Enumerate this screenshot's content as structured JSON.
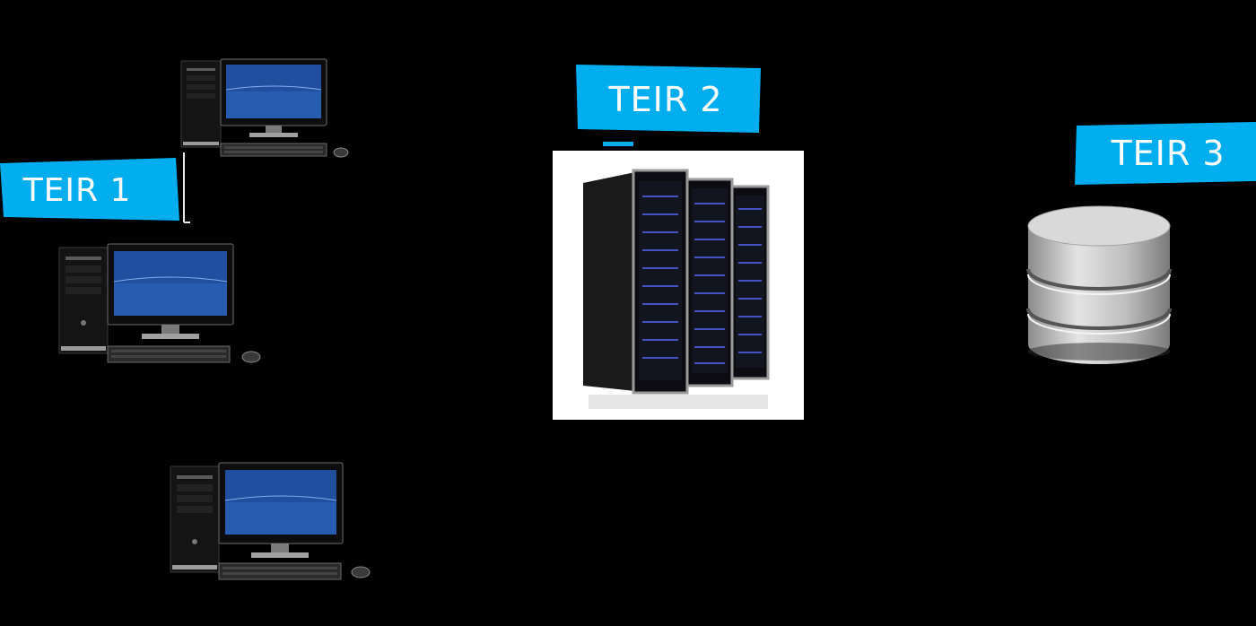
{
  "labels": {
    "tier1": "TEIR 1",
    "tier2": "TEIR 2",
    "tier3": "TEIR 3"
  },
  "colors": {
    "background": "#000000",
    "label_bg": "#00aeef",
    "label_text": "#ffffff",
    "screen_blue": "#1f4f9e",
    "server_light": "#4b5ad8",
    "db_silver": "#bdbdbd"
  },
  "icons": {
    "client": "desktop-computer-icon",
    "server": "server-rack-icon",
    "database": "database-cylinder-icon"
  }
}
